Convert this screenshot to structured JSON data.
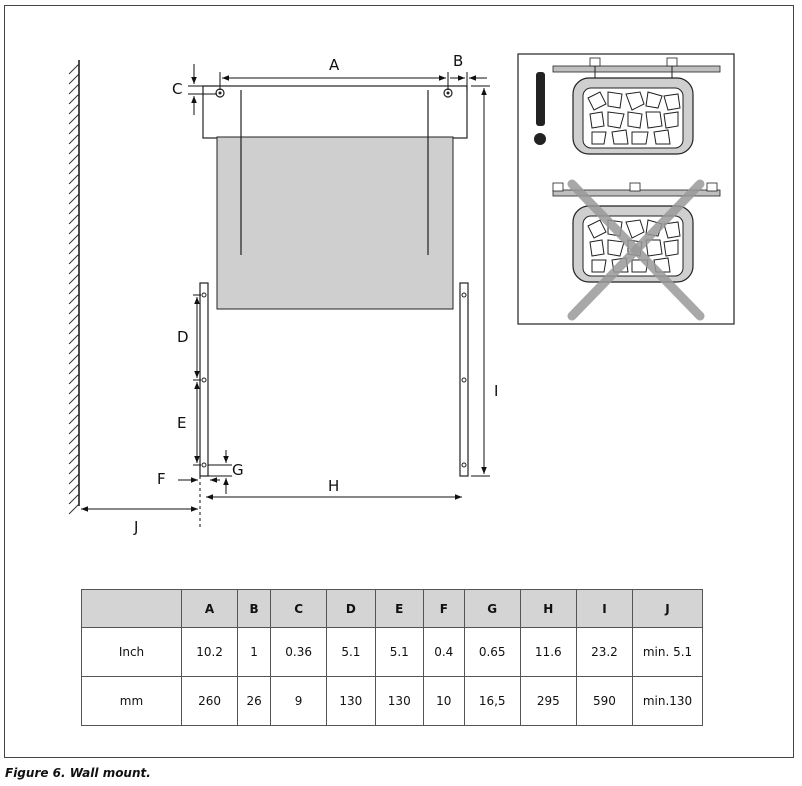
{
  "labels": {
    "A": "A",
    "B": "B",
    "C": "C",
    "D": "D",
    "E": "E",
    "F": "F",
    "G": "G",
    "H": "H",
    "I": "I",
    "J": "J"
  },
  "warning": {
    "mark": "!"
  },
  "table": {
    "headers": [
      "",
      "A",
      "B",
      "C",
      "D",
      "E",
      "F",
      "G",
      "H",
      "I",
      "J"
    ],
    "rows": [
      {
        "label": "Inch",
        "values": [
          "10.2",
          "1",
          "0.36",
          "5.1",
          "5.1",
          "0.4",
          "0.65",
          "11.6",
          "23.2",
          "min. 5.1"
        ]
      },
      {
        "label": "mm",
        "values": [
          "260",
          "26",
          "9",
          "130",
          "130",
          "10",
          "16,5",
          "295",
          "590",
          "min.130"
        ]
      }
    ]
  },
  "caption": "Figure 6. Wall mount."
}
